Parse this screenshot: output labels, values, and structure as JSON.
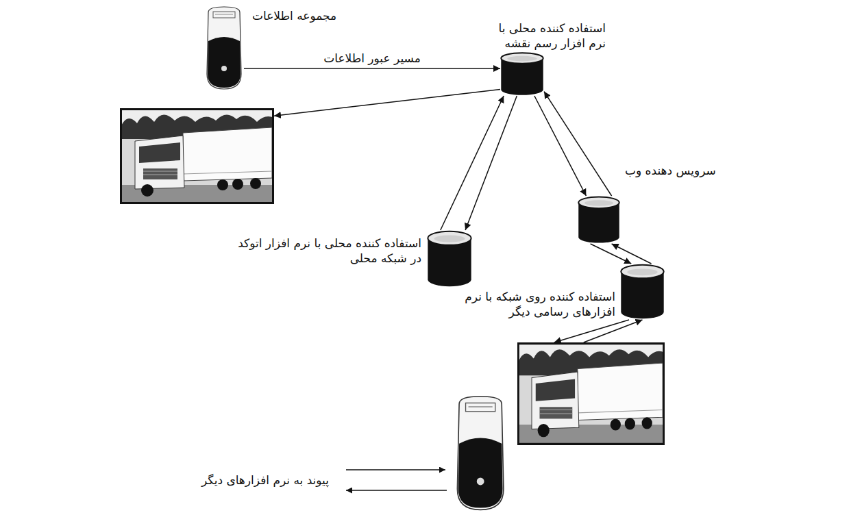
{
  "diagram": {
    "nodes": [
      {
        "text": [
          "مجموعه اطلاعات"
        ]
      },
      {
        "text": [
          "استفاده کننده محلی با نرم افزار رسم نقشه"
        ]
      },
      {
        "text": []
      },
      {
        "text": [
          "سرویس دهنده وب"
        ]
      },
      {
        "text": [
          "استفاده کننده محلی با نرم افزار اتوکد در شبکه محلی"
        ]
      },
      {
        "text": [
          "استفاده کننده روی شبکه با نرم افزارهای رسامی دیگر"
        ]
      },
      {
        "text": []
      }
    ],
    "edges": [
      {
        "from": 0,
        "to": 1,
        "arrow": "to",
        "label": "مسیر عبور اطلاعات"
      },
      {
        "from": 1,
        "to": 2,
        "arrow": "to"
      },
      {
        "from": 1,
        "to": 4,
        "arrow": "to"
      },
      {
        "from": 4,
        "to": 1,
        "arrow": "to"
      },
      {
        "from": 1,
        "to": 3,
        "arrow": "to"
      },
      {
        "from": 3,
        "to": 1,
        "arrow": "to"
      },
      {
        "from": 3,
        "to": 5,
        "arrow": "to"
      },
      {
        "from": 5,
        "to": 3,
        "arrow": "to"
      },
      {
        "from": 5,
        "to": 6,
        "arrow": "to"
      },
      {
        "from": 6,
        "to": 5,
        "arrow": "to"
      }
    ],
    "labels": [
      "پیوند به نرم افزارهای دیگر"
    ]
  }
}
